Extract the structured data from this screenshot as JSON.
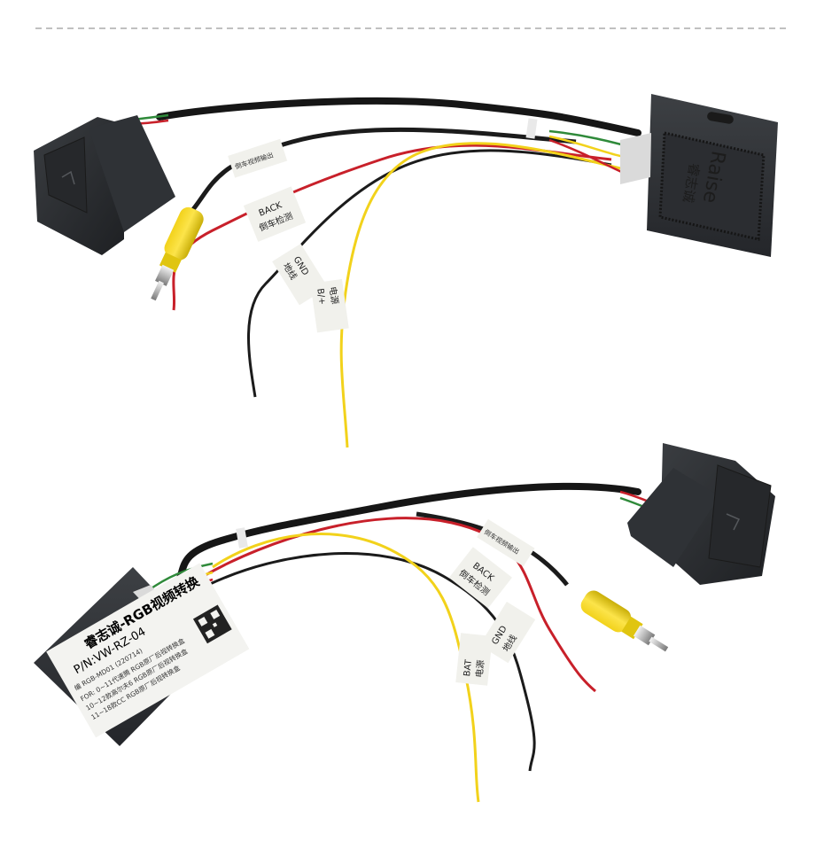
{
  "top": {
    "tags": {
      "camera_out": "倒车视频输出",
      "back_en": "BACK",
      "back_cn": "倒车检测",
      "gnd_en": "GND",
      "gnd_cn": "地线",
      "power_cn": "电源",
      "power_en": "B/+"
    },
    "module": {
      "brand": "Raise",
      "brand_cn": "睿志诚"
    }
  },
  "bottom": {
    "tags": {
      "camera_out": "倒车视频输出",
      "back_en": "BACK",
      "back_cn": "倒车检测",
      "gnd_en": "GND",
      "gnd_cn": "地线",
      "bat_en": "BAT",
      "bat_cn": "电源"
    },
    "module_label": {
      "line1": "睿志诚-RGB视频转换",
      "line2": "P/N:VW-RZ-04",
      "line3": "编 RGB-MD01 (220714)",
      "line4": "FOR: 0~11代速腾 RGB原厂后视转换盒",
      "line5": "10~12款高尔夫6 RGB原厂后视转换盒",
      "line6": "11~18款CC RGB原厂后视转换盒"
    }
  },
  "colors": {
    "yellow_wire": "#f2d21b",
    "red_wire": "#c8202a",
    "black_wire": "#1b1b1b",
    "rca_yellow": "#e8cc10",
    "plug": "#2b2d30",
    "label_paper": "#f1f1ec"
  }
}
